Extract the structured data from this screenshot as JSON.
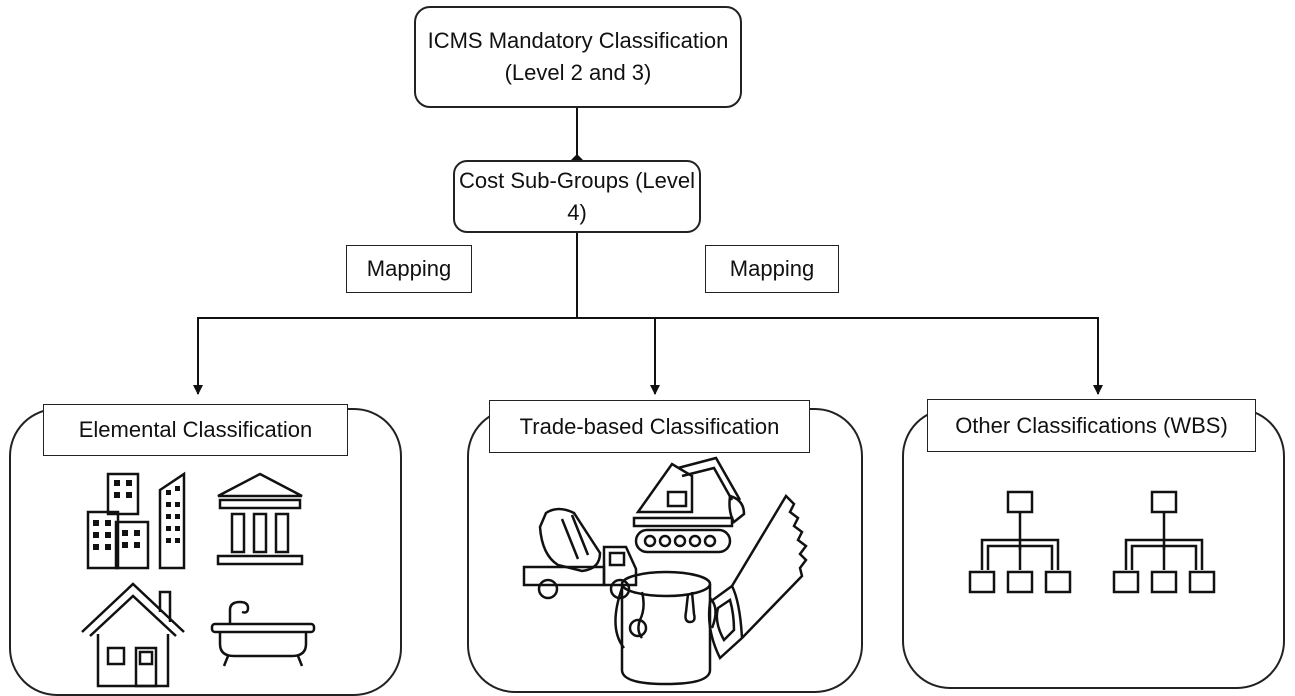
{
  "nodes": {
    "top": "ICMS Mandatory Classification (Level 2 and 3)",
    "middle": "Cost Sub-Groups (Level 4)"
  },
  "mapping": {
    "left": "Mapping",
    "right": "Mapping"
  },
  "panels": [
    {
      "title": "Elemental Classification",
      "icons": [
        "office-buildings-icon",
        "classical-building-icon",
        "house-icon",
        "bathtub-icon"
      ]
    },
    {
      "title": "Trade-based Classification",
      "icons": [
        "excavator-icon",
        "cement-mixer-truck-icon",
        "hand-saw-icon",
        "paint-bucket-icon"
      ]
    },
    {
      "title": "Other Classifications (WBS)",
      "icons": [
        "hierarchy-chart-icon",
        "hierarchy-chart-icon"
      ]
    }
  ]
}
